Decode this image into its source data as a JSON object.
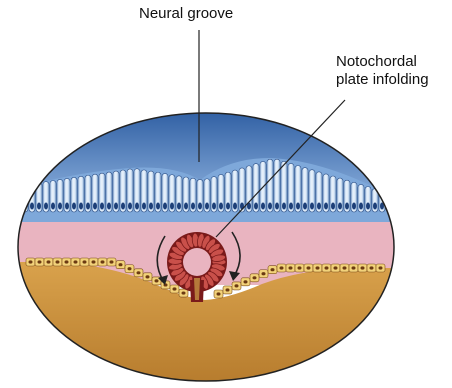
{
  "labels": {
    "neural_groove": "Neural groove",
    "notochordal_line1": "Notochordal",
    "notochordal_line2": "plate infolding"
  },
  "colors": {
    "amniotic_top": "#2f5fa3",
    "amniotic_bottom": "#9cc0e8",
    "ectoderm_cell": "#dce9f7",
    "ectoderm_nucleus": "#1d3f78",
    "mesoderm_pink": "#e9b4c0",
    "endoderm_cell": "#f2d27a",
    "endoderm_nucleus": "#6b3a12",
    "yolk_sac": "#c89040",
    "notochord_outer": "#7a1a1a",
    "notochord_inner": "#c9504a"
  },
  "icons": [
    "curved-arrow-left-icon",
    "curved-arrow-right-icon"
  ]
}
